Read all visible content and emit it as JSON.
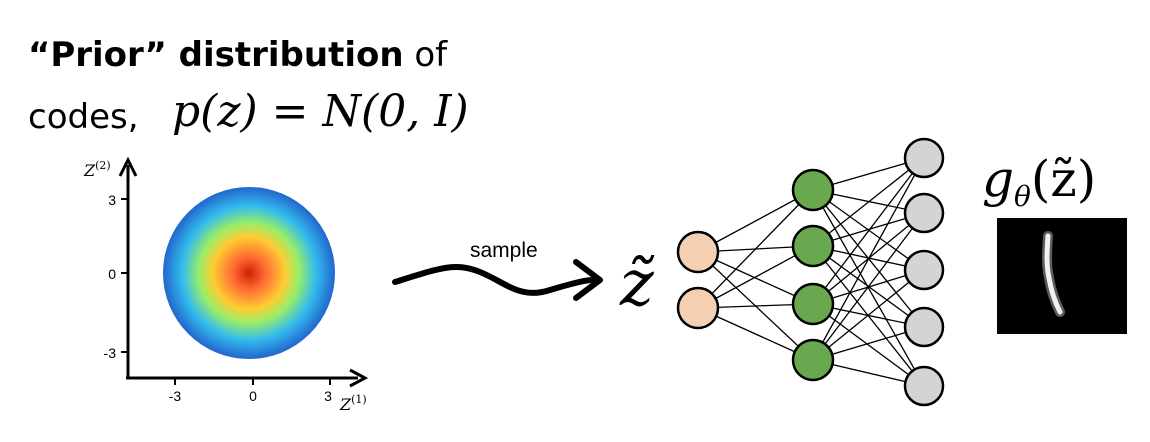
{
  "title": {
    "line1_bold": "“Prior” distribution",
    "line1_rest": " of",
    "line2_word": "codes,",
    "formula_lhs": "p(z)",
    "formula_eq": " = ",
    "formula_rhs": "N(0, I)"
  },
  "axes": {
    "y_label": "Z",
    "y_label_sup": "(2)",
    "x_label": "Z",
    "x_label_sup": "(1)",
    "y_ticks": [
      "3",
      "0",
      "-3"
    ],
    "x_ticks": [
      "-3",
      "0",
      "3"
    ]
  },
  "arrow_label": "sample",
  "latent_symbol": "z̃",
  "output": {
    "g": "g",
    "theta": "θ",
    "arg": "(z̃)"
  },
  "network": {
    "layers": [
      2,
      4,
      5
    ],
    "colors": {
      "input": "#f5cfb2",
      "hidden": "#6aa84f",
      "output": "#d4d4d4"
    }
  },
  "heatmap_colors": [
    "#cc2200",
    "#ff6633",
    "#ffcc33",
    "#99ee66",
    "#33bbee",
    "#2266cc"
  ]
}
